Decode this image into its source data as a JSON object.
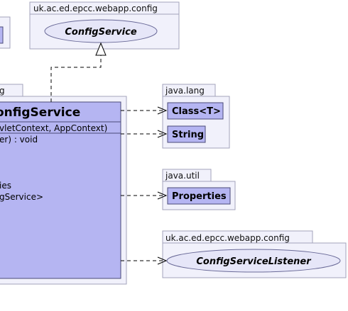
{
  "packages": {
    "top": "uk.ac.ed.epcc.webapp.config",
    "left": "g",
    "java_lang": "java.lang",
    "java_util": "java.util",
    "bottom": "uk.ac.ed.epcc.webapp.config"
  },
  "interfaces": {
    "config_service": "ConfigService",
    "config_service_listener": "ConfigServiceListener"
  },
  "main_class": {
    "name": "onfigService",
    "constructor": "vletContext, AppContext)",
    "method": "er) : void",
    "field_1": "ies",
    "field_2": "gService>"
  },
  "classes": {
    "class_t": "Class<T>",
    "string": "String",
    "properties": "Properties"
  }
}
